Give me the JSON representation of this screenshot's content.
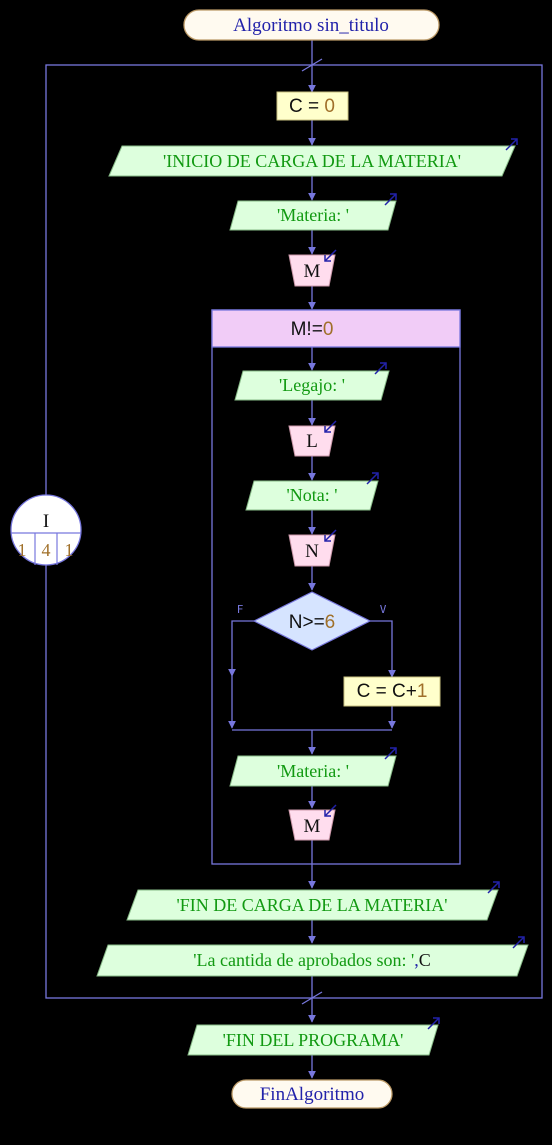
{
  "title": "Algoritmo sin_titulo",
  "end": "FinAlgoritmo",
  "colors": {
    "background": "#000000",
    "line": "#7777dd",
    "terminal_fill": "#fffaf0",
    "terminal_stroke": "#bb9966",
    "assign_fill": "#ffffcc",
    "output_fill": "#ddffdd",
    "input_fill": "#ffddee",
    "while_fill": "#f1ccf7",
    "decision_fill": "#d6e4ff",
    "string_text": "#119911",
    "number_text": "#a0702a"
  },
  "for_loop": {
    "var": "I",
    "start": "1",
    "end": "4",
    "step": "1"
  },
  "assign_c0": {
    "var": "C = ",
    "num": "0"
  },
  "out_inicio": {
    "text": "'INICIO DE CARGA DE LA MATERIA'"
  },
  "out_materia1": {
    "text": "'Materia: '"
  },
  "in_m1": {
    "text": "M"
  },
  "while_cond": {
    "var": "M!=",
    "num": "0"
  },
  "out_legajo": {
    "text": "'Legajo: '"
  },
  "in_l": {
    "text": "L"
  },
  "out_nota": {
    "text": "'Nota: '"
  },
  "in_n": {
    "text": "N"
  },
  "decision": {
    "var": "N>=",
    "num": "6",
    "false_label": "F",
    "true_label": "V"
  },
  "assign_c_inc": {
    "var": "C = C+",
    "num": "1"
  },
  "out_materia2": {
    "text": "'Materia: '"
  },
  "in_m2": {
    "text": "M"
  },
  "out_fin_carga": {
    "text": "'FIN DE CARGA DE LA MATERIA'"
  },
  "out_aprobados": {
    "text": "'La cantida de aprobados son: '",
    "sep": ",",
    "var": "C"
  },
  "out_fin_programa": {
    "text": "'FIN DEL PROGRAMA'"
  }
}
